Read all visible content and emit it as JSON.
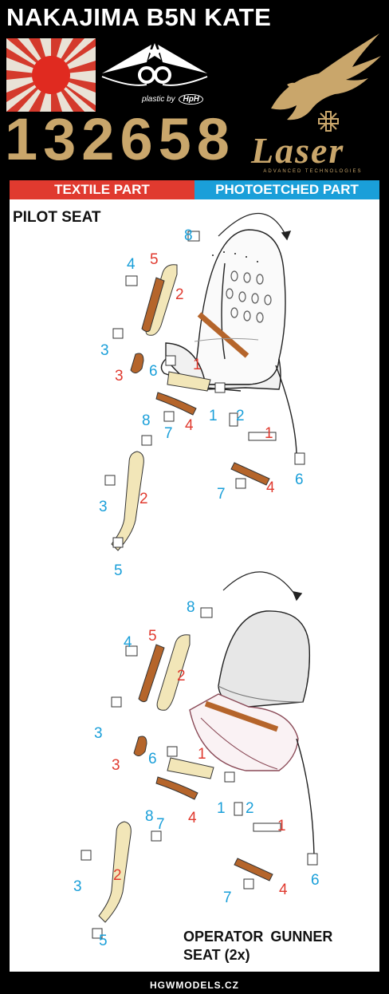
{
  "title": "NAKAJIMA B5N KATE",
  "brand": {
    "plastic_by": "plastic by",
    "hph": "HpH"
  },
  "product_number": "132658",
  "laser": {
    "word": "Laser",
    "sub": "ADVANCED TECHNOLOGIES"
  },
  "legend": {
    "textile": "TEXTILE PART",
    "photoetched": "PHOTOETCHED PART"
  },
  "sections": {
    "pilot": "PILOT SEAT",
    "operator_line1": "OPERATOR GUNNER",
    "operator_line2": "SEAT (2x)"
  },
  "callouts": {
    "pilot": [
      {
        "n": "8",
        "c": "blue"
      },
      {
        "n": "4",
        "c": "blue"
      },
      {
        "n": "5",
        "c": "red"
      },
      {
        "n": "2",
        "c": "red"
      },
      {
        "n": "3",
        "c": "blue"
      },
      {
        "n": "3",
        "c": "red"
      },
      {
        "n": "6",
        "c": "blue"
      },
      {
        "n": "1",
        "c": "red"
      },
      {
        "n": "4",
        "c": "red"
      },
      {
        "n": "8",
        "c": "blue"
      },
      {
        "n": "7",
        "c": "blue"
      },
      {
        "n": "1",
        "c": "blue"
      },
      {
        "n": "2",
        "c": "blue"
      },
      {
        "n": "1",
        "c": "red"
      },
      {
        "n": "6",
        "c": "blue"
      },
      {
        "n": "7",
        "c": "blue"
      },
      {
        "n": "4",
        "c": "red"
      },
      {
        "n": "3",
        "c": "blue"
      },
      {
        "n": "2",
        "c": "red"
      },
      {
        "n": "5",
        "c": "blue"
      }
    ],
    "operator": [
      {
        "n": "8",
        "c": "blue"
      },
      {
        "n": "4",
        "c": "blue"
      },
      {
        "n": "5",
        "c": "red"
      },
      {
        "n": "2",
        "c": "red"
      },
      {
        "n": "3",
        "c": "blue"
      },
      {
        "n": "3",
        "c": "red"
      },
      {
        "n": "6",
        "c": "blue"
      },
      {
        "n": "1",
        "c": "red"
      },
      {
        "n": "4",
        "c": "red"
      },
      {
        "n": "8",
        "c": "blue"
      },
      {
        "n": "7",
        "c": "blue"
      },
      {
        "n": "1",
        "c": "blue"
      },
      {
        "n": "2",
        "c": "blue"
      },
      {
        "n": "1",
        "c": "red"
      },
      {
        "n": "6",
        "c": "blue"
      },
      {
        "n": "7",
        "c": "blue"
      },
      {
        "n": "4",
        "c": "red"
      },
      {
        "n": "3",
        "c": "blue"
      },
      {
        "n": "2",
        "c": "red"
      },
      {
        "n": "5",
        "c": "blue"
      }
    ]
  },
  "colors": {
    "red": "#e03a2f",
    "blue": "#1a9fd9",
    "gold": "#c9a66b",
    "textile_brown": "#b5652b",
    "textile_cream": "#f2e6b8"
  },
  "footer": "HGWMODELS.CZ"
}
